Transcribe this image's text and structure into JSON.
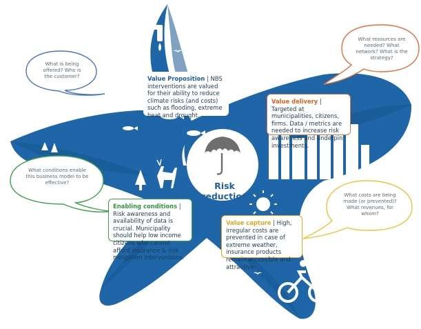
{
  "colors": {
    "petal": "#1e66a8",
    "petal_dark": "#17558f",
    "value_proposition": "#1f5f9c",
    "value_delivery": "#e2621b",
    "enabling_conditions": "#2e9a3c",
    "value_capture": "#e5a51f",
    "bubble_blue": "#4a74b8",
    "bubble_orange": "#e0703a",
    "bubble_green": "#3aa04a",
    "bubble_yellow": "#f0c23a"
  },
  "icons": [
    "umbrella-icon",
    "fish-icon",
    "bird-icon",
    "deer-icon",
    "city-skyline-icon",
    "cyclist-icon",
    "sun-icon",
    "tap-icon"
  ],
  "center": {
    "label": "Risk reduction"
  },
  "boxes": {
    "value_proposition": {
      "title": "Value Proposition",
      "text": "| NBS interventions are valued for their ability to reduce climate risks (and costs) such as flooding, extreme heat and drought."
    },
    "value_delivery": {
      "title": "Value delivery",
      "text": "| Targeted at municipalities, citizens, firms. Data / metrics are  needed to increase risk awareness and underpin investments."
    },
    "enabling_conditions": {
      "title": "Enabling conditions",
      "text": "| Risk awareness and availability of data is crucial. Municipality should help low income citizens who cannot afford insurance & risk mitigation interventions."
    },
    "value_capture": {
      "title": "Value capture",
      "text": "| High, irregular costs are prevented in case of extreme weather, insurance products remain accessible and attractive."
    }
  },
  "bubbles": {
    "offered": "What is being offered? Who is the customer?",
    "resources": "What resources are needed? What network? What is the strategy?",
    "conditions": "What conditions enable this business model to be effective?",
    "costs": "What costs are being made (or prevented)? What revenues, for whom?"
  }
}
